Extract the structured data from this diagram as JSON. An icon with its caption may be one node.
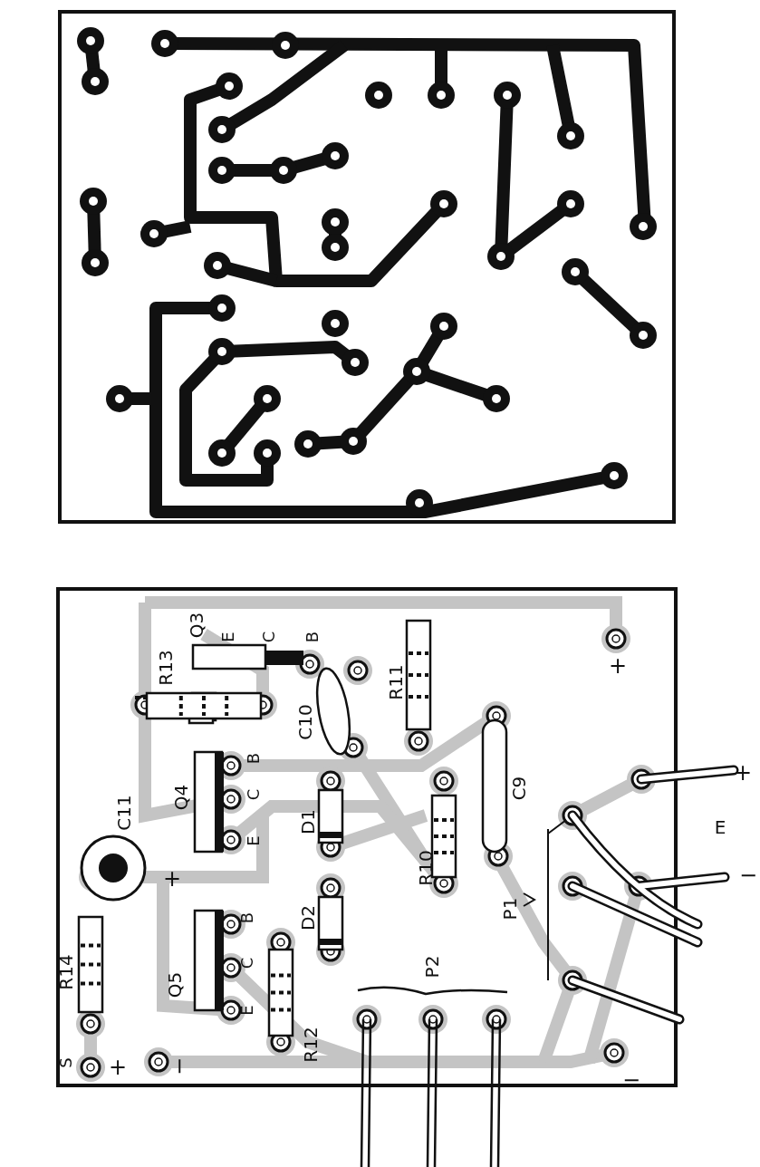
{
  "diagram": {
    "labels": [
      "Q3",
      "E",
      "C",
      "B",
      "R13",
      "R11",
      "+",
      "C10",
      "B",
      "C",
      "C9",
      "+",
      "Q4",
      "C11",
      "E",
      "D1",
      "E",
      "R10",
      "+",
      "−",
      "P1",
      "B",
      "D2",
      "P2",
      "R14",
      "C",
      "Q5",
      "E",
      "R12",
      "S",
      "+",
      "−",
      "−"
    ]
  }
}
